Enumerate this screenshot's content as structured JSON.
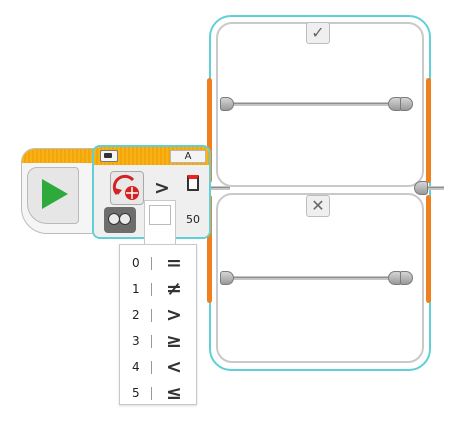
{
  "switch_block": {
    "port": "A",
    "compare_symbol": ">",
    "threshold_value": "50",
    "cases": [
      {
        "name": "true",
        "tab_glyph": "✓"
      },
      {
        "name": "false",
        "tab_glyph": "✕"
      }
    ]
  },
  "compare_dropdown": {
    "options": [
      {
        "index": "0",
        "symbol": "="
      },
      {
        "index": "1",
        "symbol": "≠"
      },
      {
        "index": "2",
        "symbol": ">"
      },
      {
        "index": "3",
        "symbol": "≥"
      },
      {
        "index": "4",
        "symbol": "<"
      },
      {
        "index": "5",
        "symbol": "≤"
      }
    ]
  },
  "icons": {
    "start": "play-icon",
    "sensor": "color-sensor-icon",
    "mode": "mode-selector-icon",
    "threshold": "threshold-icon",
    "port": "brick-port-icon"
  },
  "colors": {
    "frame": "#5fd0d6",
    "orange": "#f07f1e",
    "header": "#f5a409",
    "play": "#2eaa3c"
  }
}
